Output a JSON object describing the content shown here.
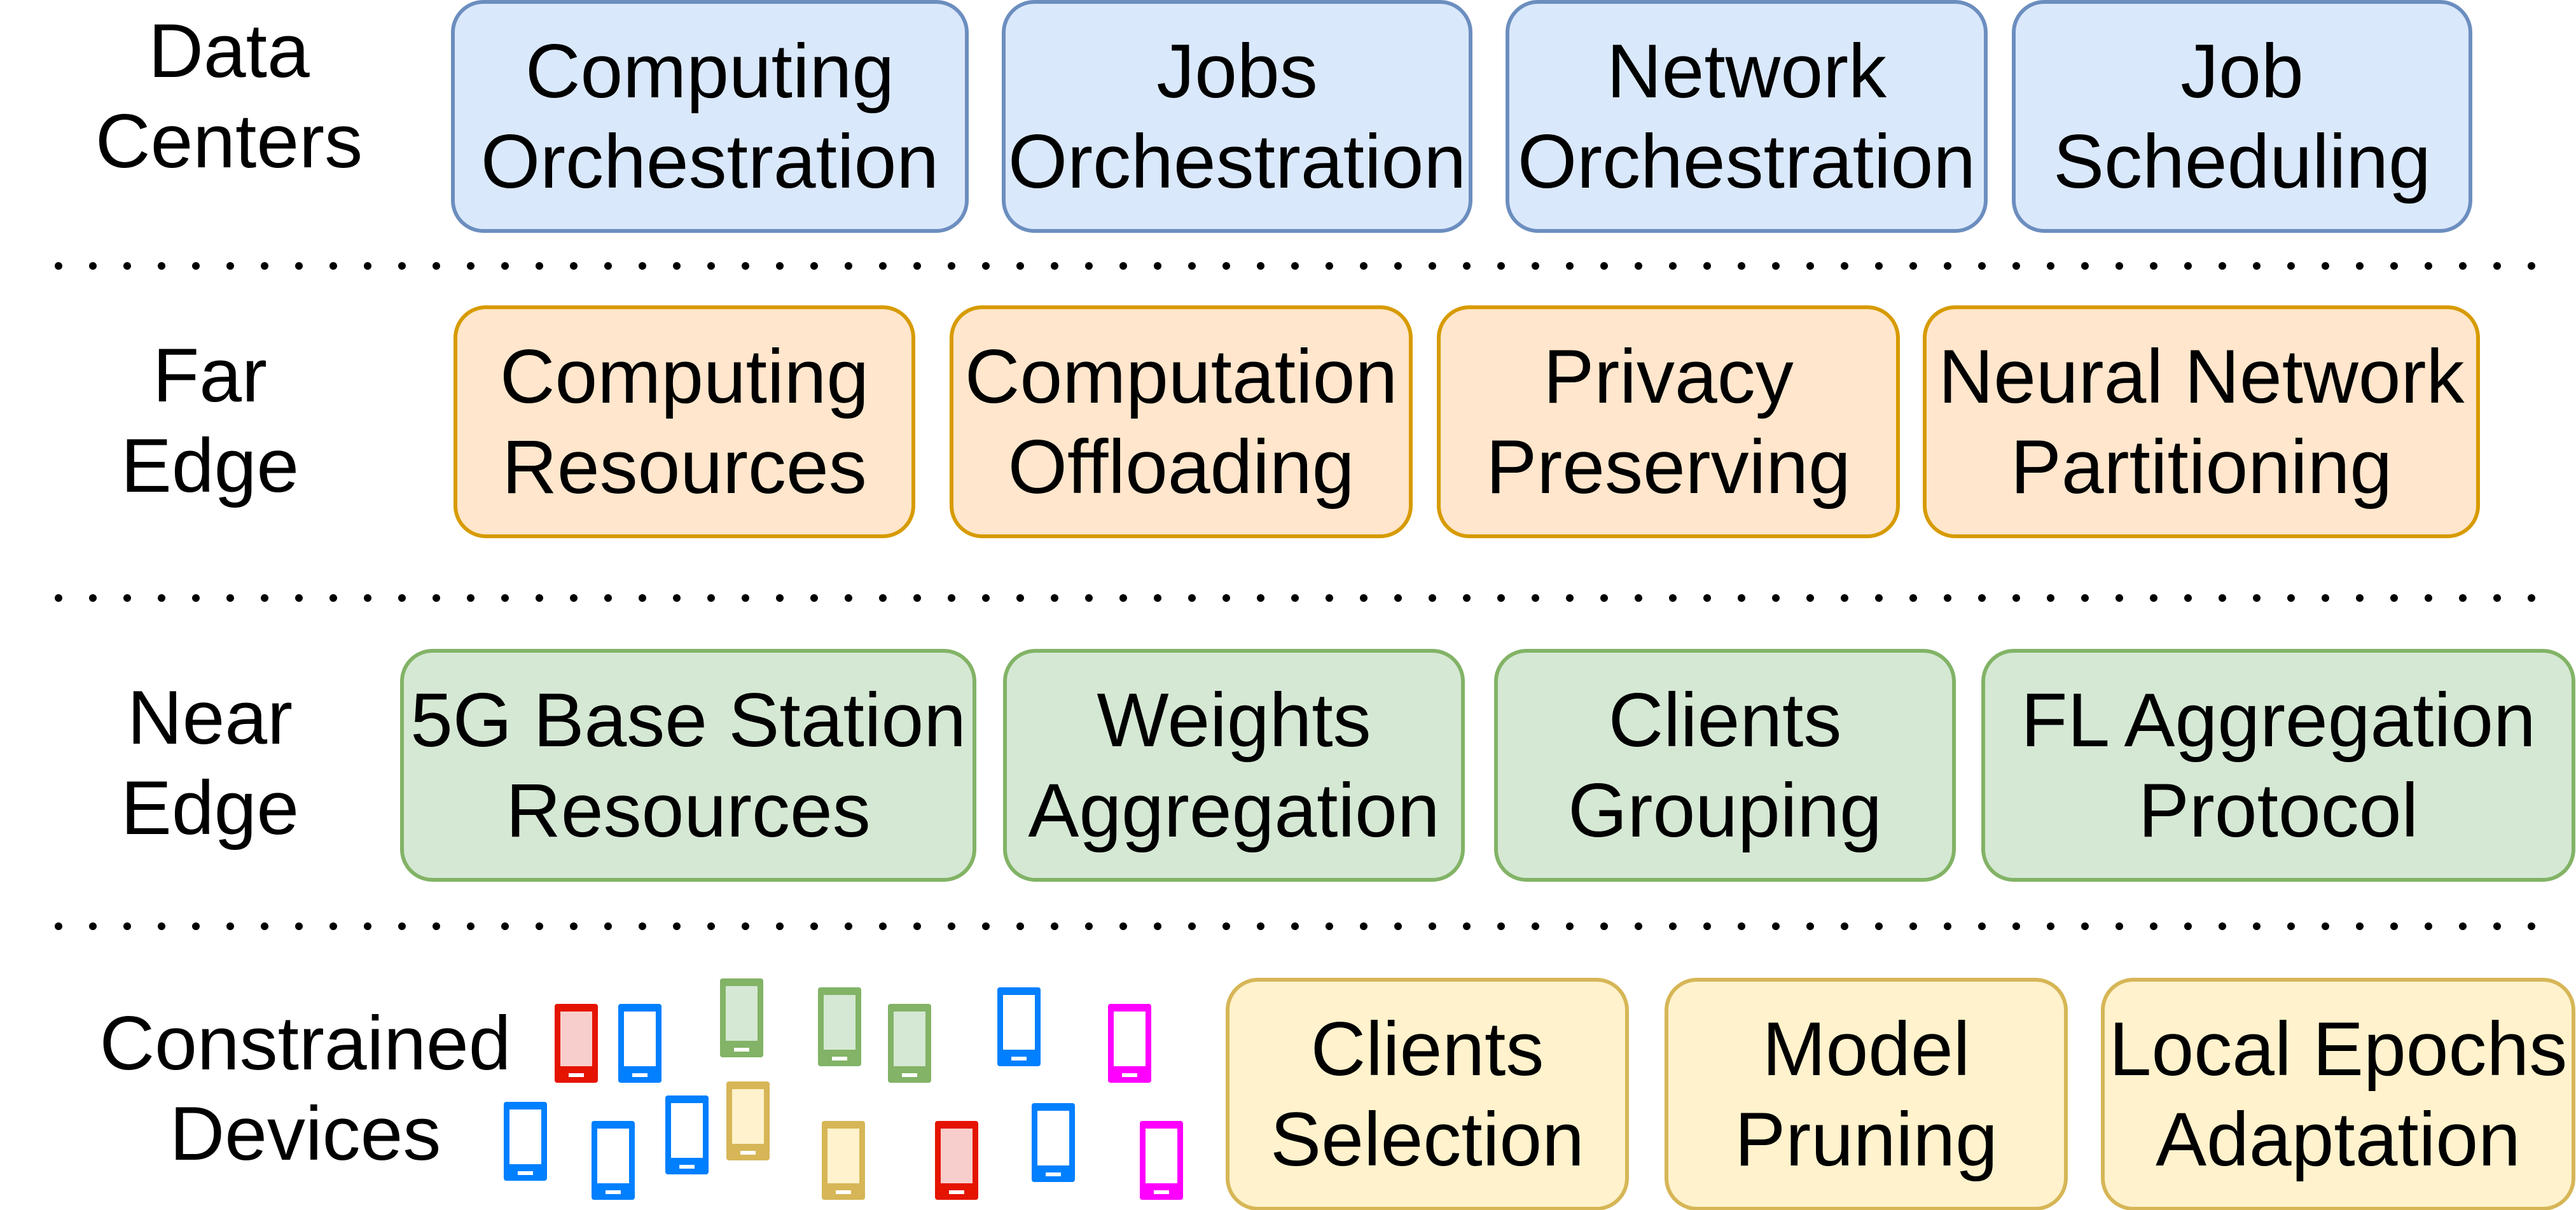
{
  "colors": {
    "blue_fill": "#dae8fc",
    "blue_stroke": "#6c8ebf",
    "orange_fill": "#ffe6cc",
    "orange_stroke": "#d79b00",
    "green_fill": "#d5e8d4",
    "green_stroke": "#82b366",
    "yellow_fill": "#fff2cc",
    "yellow_stroke": "#d6b656",
    "device_red": "#e51400",
    "device_red_fill": "#f8cecc",
    "device_blue": "#007fff",
    "device_green": "#82b366",
    "device_green_fill": "#d5e8d4",
    "device_yellow": "#d6b656",
    "device_yellow_fill": "#fff2cc",
    "device_magenta": "#ff00ff"
  },
  "tiers": [
    {
      "name": "data-centers",
      "label": [
        "Data",
        "Centers"
      ],
      "color": "blue",
      "boxes": [
        [
          "Computing",
          "Orchestration"
        ],
        [
          "Jobs",
          "Orchestration"
        ],
        [
          "Network",
          "Orchestration"
        ],
        [
          "Job",
          "Scheduling"
        ]
      ]
    },
    {
      "name": "far-edge",
      "label": [
        "Far",
        "Edge"
      ],
      "color": "orange",
      "boxes": [
        [
          "Computing",
          "Resources"
        ],
        [
          "Computation",
          "Offloading"
        ],
        [
          "Privacy",
          "Preserving"
        ],
        [
          "Neural Network",
          "Partitioning"
        ]
      ]
    },
    {
      "name": "near-edge",
      "label": [
        "Near",
        "Edge"
      ],
      "color": "green",
      "boxes": [
        [
          "5G Base Station",
          "Resources"
        ],
        [
          "Weights",
          "Aggregation"
        ],
        [
          "Clients",
          "Grouping"
        ],
        [
          "FL Aggregation",
          "Protocol"
        ]
      ]
    },
    {
      "name": "constrained-devices",
      "label": [
        "Constrained",
        "Devices"
      ],
      "color": "yellow",
      "boxes": [
        [
          "Clients",
          "Selection"
        ],
        [
          "Model",
          "Pruning"
        ],
        [
          "Local Epochs",
          "Adaptation"
        ]
      ]
    }
  ],
  "devices": [
    {
      "color": "red"
    },
    {
      "color": "blue"
    },
    {
      "color": "green"
    },
    {
      "color": "green"
    },
    {
      "color": "green"
    },
    {
      "color": "blue"
    },
    {
      "color": "magenta"
    },
    {
      "color": "blue"
    },
    {
      "color": "blue"
    },
    {
      "color": "blue"
    },
    {
      "color": "yellow"
    },
    {
      "color": "yellow"
    },
    {
      "color": "red"
    },
    {
      "color": "blue"
    },
    {
      "color": "magenta"
    }
  ]
}
